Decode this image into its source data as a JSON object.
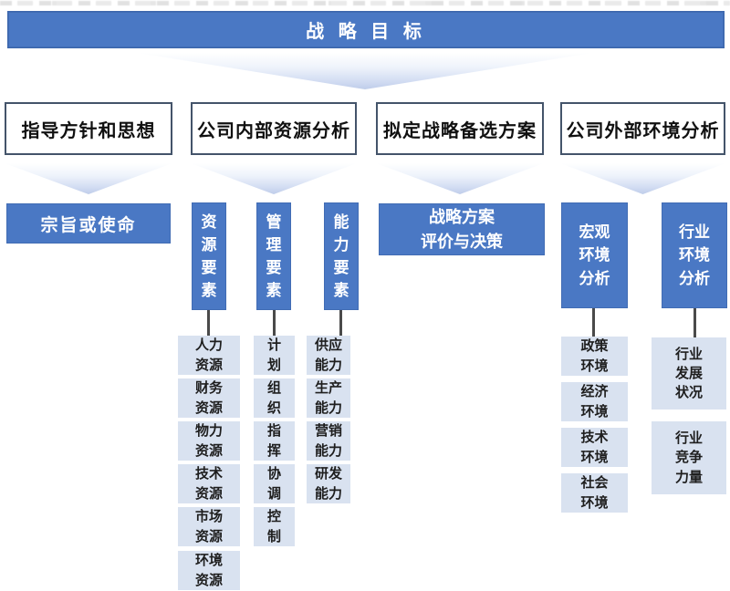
{
  "colors": {
    "primary_blue": "#4a78c4",
    "light_box_fill": "#d9e2f0",
    "white_box_border": "#44546a",
    "connector_line": "#4a4a4a",
    "arrow_tip": "#bfcdea"
  },
  "banner": {
    "label": "战 略 目 标"
  },
  "phases": [
    {
      "label": "指导方针和思想"
    },
    {
      "label": "公司内部资源分析"
    },
    {
      "label": "拟定战略备选方案"
    },
    {
      "label": "公司外部环境分析"
    }
  ],
  "mission": {
    "label": "宗旨或使命"
  },
  "factors": [
    {
      "label": "资\n源\n要\n素"
    },
    {
      "label": "管\n理\n要\n素"
    },
    {
      "label": "能\n力\n要\n素"
    }
  ],
  "evaluation": {
    "label": "战略方案\n评价与决策"
  },
  "environments": [
    {
      "label": "宏观\n环境\n分析"
    },
    {
      "label": "行业\n环境\n分析"
    }
  ],
  "resource_items": [
    "人力\n资源",
    "财务\n资源",
    "物力\n资源",
    "技术\n资源",
    "市场\n资源",
    "环境\n资源"
  ],
  "management_items": [
    "计\n划",
    "组\n织",
    "指\n挥",
    "协\n调",
    "控\n制"
  ],
  "capability_items": [
    "供应\n能力",
    "生产\n能力",
    "营销\n能力",
    "研发\n能力"
  ],
  "macro_items": [
    "政策\n环境",
    "经济\n环境",
    "技术\n环境",
    "社会\n环境"
  ],
  "industry_items": [
    "行业\n发展\n状况",
    "行业\n竞争\n力量"
  ]
}
